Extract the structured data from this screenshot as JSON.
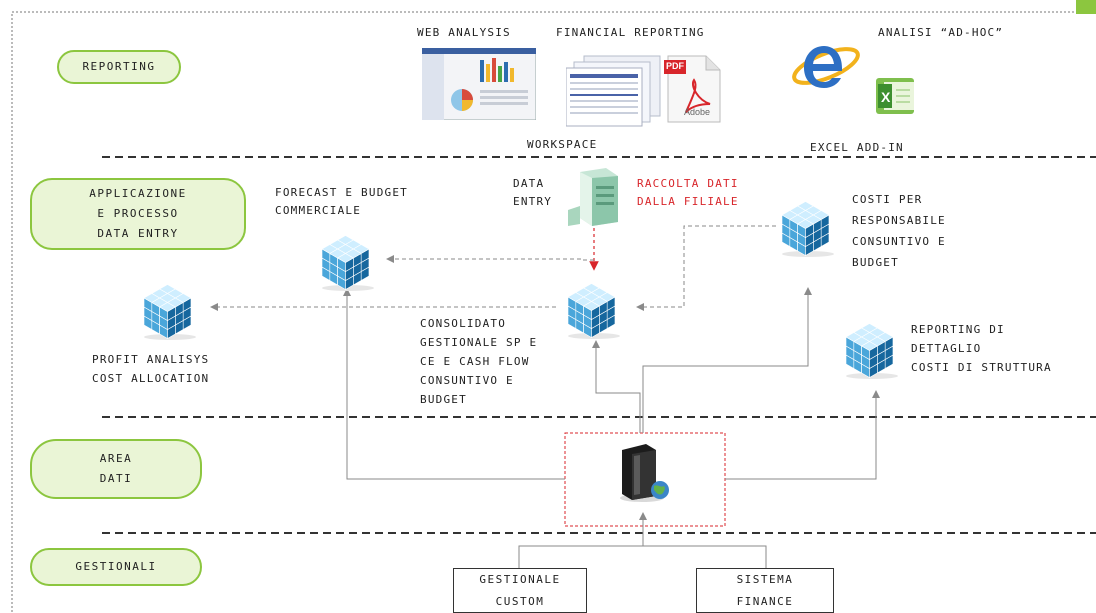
{
  "rows": {
    "reporting": "REPORTING",
    "applicazione": [
      "APPLICAZIONE",
      "E PROCESSO",
      "DATA ENTRY"
    ],
    "area_dati": [
      "AREA",
      "DATI"
    ],
    "gestionali": "GESTIONALI"
  },
  "reporting_tools": {
    "web_analysis": "WEB ANALYSIS",
    "financial_reporting": "FINANCIAL REPORTING",
    "analisi_adhoc": "ANALISI “AD-HOC”",
    "workspace": "WORKSPACE",
    "excel_addin": "EXCEL ADD-IN",
    "pdf": "PDF",
    "adobe": "Adobe"
  },
  "cubes": {
    "forecast": [
      "FORECAST E BUDGET",
      "COMMERCIALE"
    ],
    "data_entry": [
      "DATA",
      "ENTRY"
    ],
    "raccolta": [
      "RACCOLTA DATI",
      "DALLA FILIALE"
    ],
    "costi": [
      "COSTI PER",
      "RESPONSABILE",
      "CONSUNTIVO E",
      "BUDGET"
    ],
    "consolidato": [
      "CONSOLIDATO",
      "GESTIONALE SP E",
      "CE E CASH FLOW",
      "CONSUNTIVO E",
      "BUDGET"
    ],
    "reporting_dettaglio": [
      "REPORTING DI",
      "DETTAGLIO",
      "COSTI DI STRUTTURA"
    ],
    "profit": [
      "PROFIT ANALISYS",
      "COST ALLOCATION"
    ]
  },
  "sources": {
    "gestionale_custom": [
      "GESTIONALE",
      "CUSTOM"
    ],
    "sistema_finance": [
      "SISTEMA",
      "FINANCE"
    ]
  },
  "colors": {
    "accent_green": "#8cc63f",
    "pill_fill": "#eaf5d6",
    "raccolta_red": "#d8262b",
    "cube_blue": "#1e7fb8"
  }
}
